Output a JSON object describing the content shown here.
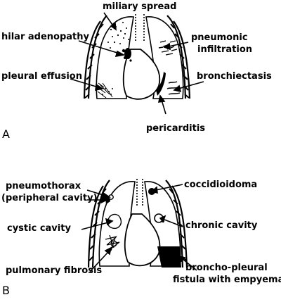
{
  "panel_a": {
    "letter": "A",
    "labels": {
      "miliary": "miliary  spread",
      "hilar": "hilar adenopathy",
      "pneumonic_1": "pneumonic",
      "pneumonic_2": "infiltration",
      "pleural": "pleural  effusion",
      "bronchiectasis": "bronchiectasis",
      "pericarditis": "pericarditis"
    }
  },
  "panel_b": {
    "letter": "B",
    "labels": {
      "pneumothorax_1": "pneumothorax",
      "pneumothorax_2": "(peripheral cavity)",
      "cystic": "cystic  cavity",
      "fibrosis": "pulmonary fibrosis",
      "coccidioidoma": "coccidioidoma",
      "chronic": "chronic  cavity",
      "fistula_1": "broncho-pleural",
      "fistula_2": "fistula with empyema"
    }
  }
}
